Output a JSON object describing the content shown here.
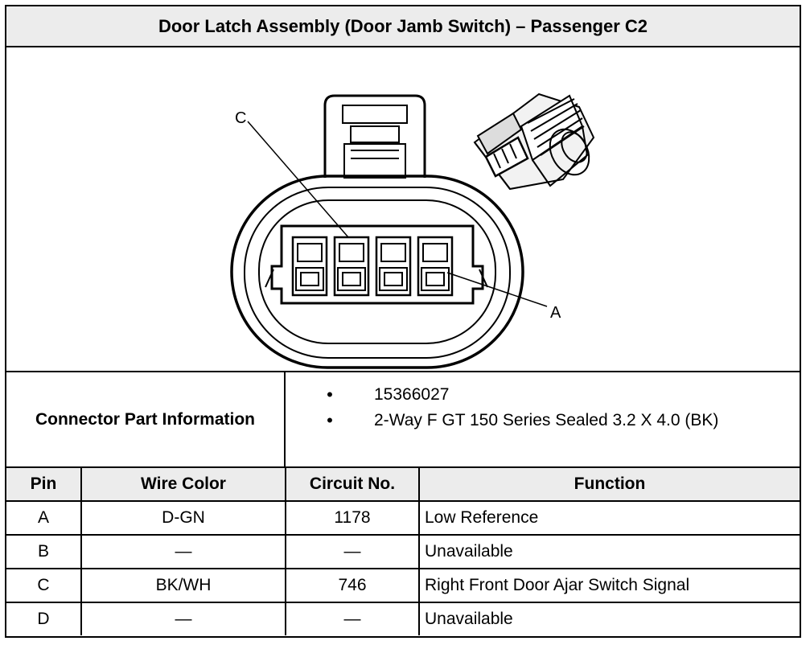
{
  "title": "Door Latch Assembly (Door Jamb Switch) – Passenger C2",
  "figure": {
    "callout_c": "C",
    "callout_a": "A",
    "icons": [
      "connector-face-icon",
      "connector-perspective-icon"
    ]
  },
  "connector_info": {
    "label": "Connector Part Information",
    "bullet": "•",
    "items": [
      "15366027",
      "2-Way F GT 150 Series Sealed 3.2 X 4.0 (BK)"
    ]
  },
  "pin_table": {
    "headers": {
      "pin": "Pin",
      "wire_color": "Wire Color",
      "circuit": "Circuit No.",
      "function": "Function"
    },
    "rows": [
      {
        "pin": "A",
        "wire_color": "D-GN",
        "circuit": "1178",
        "function": "Low Reference"
      },
      {
        "pin": "B",
        "wire_color": "—",
        "circuit": "—",
        "function": "Unavailable"
      },
      {
        "pin": "C",
        "wire_color": "BK/WH",
        "circuit": "746",
        "function": "Right Front Door Ajar Switch Signal"
      },
      {
        "pin": "D",
        "wire_color": "—",
        "circuit": "—",
        "function": "Unavailable"
      }
    ]
  }
}
